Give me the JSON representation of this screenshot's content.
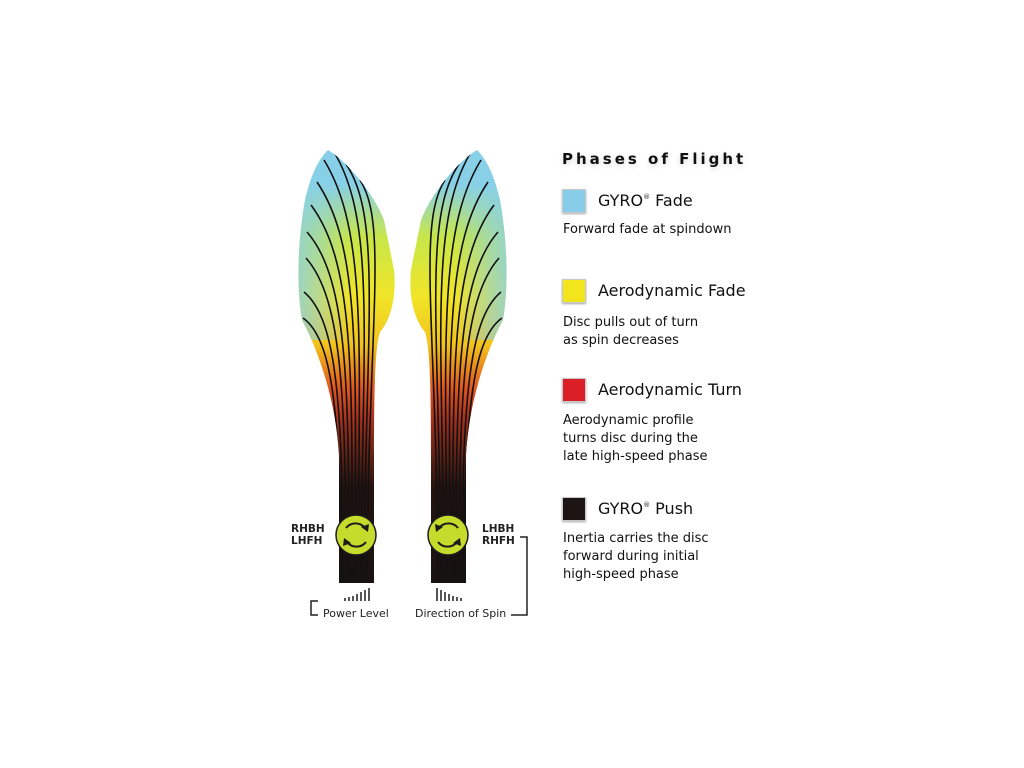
{
  "legend": {
    "title": "Phases of Flight",
    "items": [
      {
        "name": "GYRO",
        "mark": "®",
        "suffix": " Fade",
        "color": "#87cdea",
        "desc": "Forward fade at spindown"
      },
      {
        "name": "Aerodynamic Fade",
        "mark": "",
        "suffix": "",
        "color": "#f3e51c",
        "desc": "Disc pulls out of turn\nas spin decreases"
      },
      {
        "name": "Aerodynamic Turn",
        "mark": "",
        "suffix": "",
        "color": "#dc1f26",
        "desc": "Aerodynamic profile\nturns disc during the\nlate high-speed phase"
      },
      {
        "name": "GYRO",
        "mark": "®",
        "suffix": " Push",
        "color": "#1d1513",
        "desc": "Inertia carries the disc\nforward during initial\nhigh-speed phase"
      }
    ]
  },
  "left_throw": {
    "label": "RHBH\nLHFH"
  },
  "right_throw": {
    "label": "LHBH\nRHFH"
  },
  "power_level": {
    "label": "Power Level"
  },
  "direction_of_spin": {
    "label": "Direction of Spin"
  },
  "colors": {
    "spin_icon": "#c6dc2c",
    "outline": "#1c1c1c"
  }
}
